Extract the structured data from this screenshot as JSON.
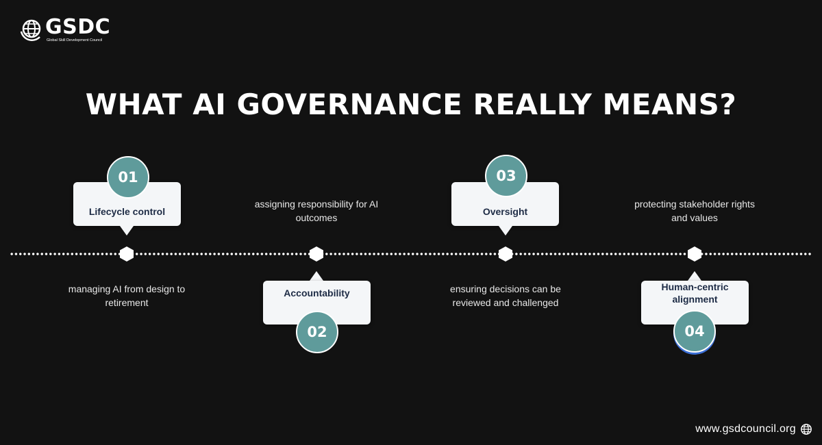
{
  "brand": {
    "name": "GSDC",
    "subtitle": "Global Skill Development Council",
    "logo_icon": "globe-icon"
  },
  "title": "WHAT AI GOVERNANCE REALLY MEANS?",
  "steps": [
    {
      "number": "01",
      "label": "Lifecycle control",
      "description": "managing AI from design to retirement",
      "position": "above"
    },
    {
      "number": "02",
      "label": "Accountability",
      "description": "assigning responsibility for AI outcomes",
      "position": "below"
    },
    {
      "number": "03",
      "label": "Oversight",
      "description": "ensuring decisions can be reviewed and challenged",
      "position": "above"
    },
    {
      "number": "04",
      "label": "Human-centric alignment",
      "description": "protecting stakeholder rights and values",
      "position": "below"
    }
  ],
  "footer": {
    "url": "www.gsdcouncil.org",
    "icon": "globe-icon"
  },
  "colors": {
    "background": "#121212",
    "card": "#f4f6f8",
    "card_text": "#1d2b45",
    "badge": "#5f9b9b"
  }
}
